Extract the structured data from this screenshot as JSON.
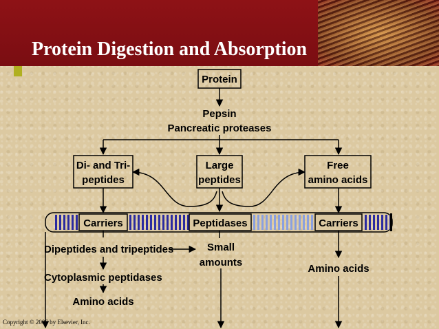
{
  "slide": {
    "title": "Protein Digestion and Absorption",
    "copyright": "Copyright © 2006 by Elsevier, Inc."
  },
  "diagram": {
    "protein": "Protein",
    "enzymes": [
      "Pepsin",
      "Pancreatic proteases"
    ],
    "products": {
      "di_tri": [
        "Di- and Tri-",
        "peptides"
      ],
      "large": [
        "Large",
        "peptides"
      ],
      "free": [
        "Free",
        "amino acids"
      ]
    },
    "membrane": {
      "carriers_left": "Carriers",
      "peptidases": "Peptidases",
      "carriers_right": "Carriers"
    },
    "inside": {
      "dipeptides": "Dipeptides and tripeptides",
      "small_amounts": [
        "Small",
        "amounts"
      ],
      "cytoplasmic": "Cytoplasmic peptidases",
      "amino_acids_left": "Amino acids",
      "amino_acids_right": "Amino acids"
    }
  },
  "colors": {
    "banner": "#8e1216",
    "background": "#dcc9a1",
    "membrane_stripe": "#2a2aa0",
    "membrane_light": "#8aa0e0"
  }
}
